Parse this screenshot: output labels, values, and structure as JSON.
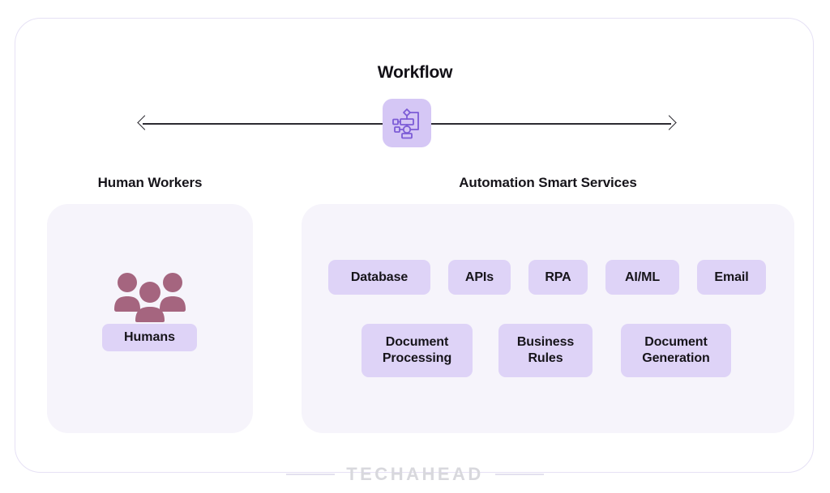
{
  "diagram": {
    "workflow": {
      "title": "Workflow",
      "icon": "workflow-flowchart-icon",
      "arrow": "double-headed-horizontal-arrow",
      "tile_color": "#d5c7f5",
      "icon_color": "#7c5cd6"
    },
    "sections": [
      {
        "id": "human-workers",
        "heading": "Human Workers",
        "icon": "three-people-icon",
        "icon_color": "#a5657f",
        "panel_color": "#f6f4fb",
        "chips": [
          {
            "label": "Humans"
          }
        ]
      },
      {
        "id": "automation-smart-services",
        "heading": "Automation Smart Services",
        "panel_color": "#f6f4fb",
        "chip_color": "#ded3f7",
        "chip_rows": [
          [
            {
              "label": "Database"
            },
            {
              "label": "APIs"
            },
            {
              "label": "RPA"
            },
            {
              "label": "AI/ML"
            },
            {
              "label": "Email"
            }
          ],
          [
            {
              "label": "Document\nProcessing",
              "line1": "Document",
              "line2": "Processing"
            },
            {
              "label": "Business\nRules",
              "line1": "Business",
              "line2": "Rules"
            },
            {
              "label": "Document\nGeneration",
              "line1": "Document",
              "line2": "Generation"
            }
          ]
        ]
      }
    ]
  },
  "footer": {
    "brand": "TECHAHEAD",
    "rule_color": "#e4e1ef",
    "brand_color": "#d8d8dd"
  }
}
